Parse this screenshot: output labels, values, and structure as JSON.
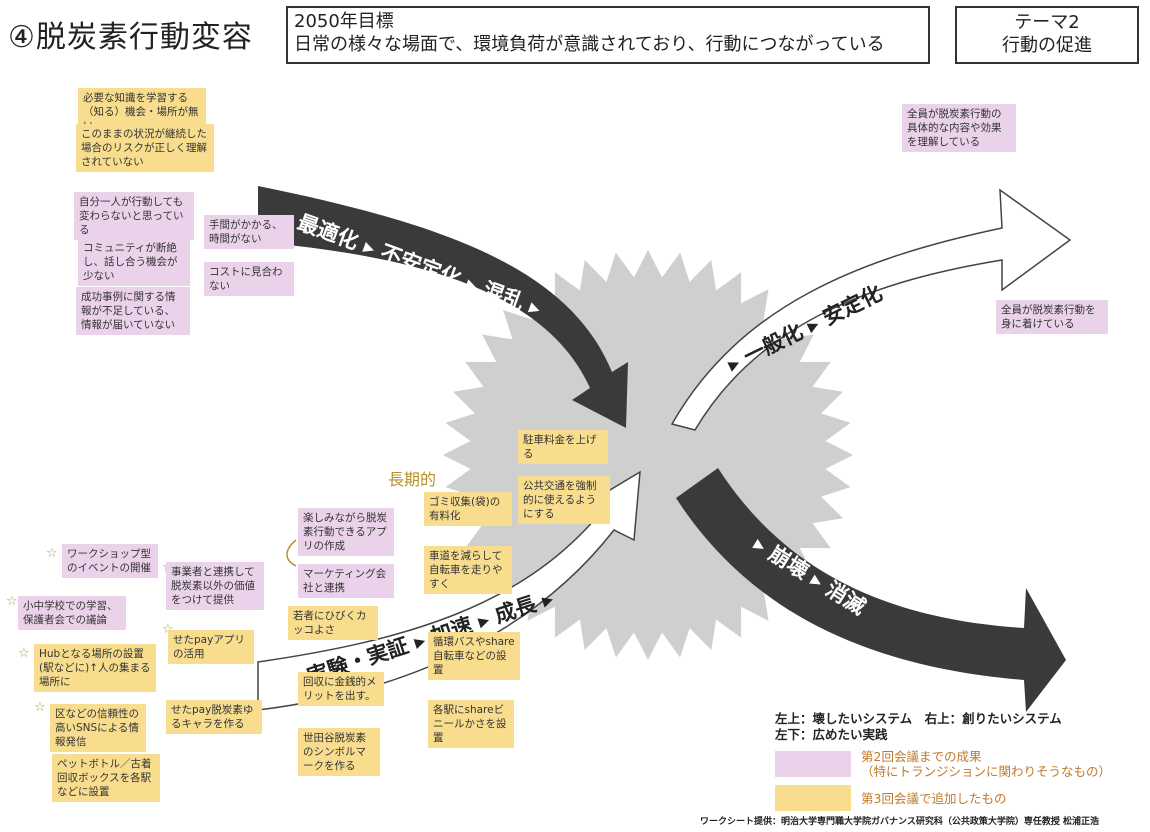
{
  "header": {
    "title": "④脱炭素行動変容",
    "goal_line1": "2050年目標",
    "goal_line2": "日常の様々な場面で、環境負荷が意識されており、行動につながっている",
    "theme_line1": "テーマ2",
    "theme_line2": "行動の促進"
  },
  "arrows": {
    "top_left": "最適化 ▸ 不安定化 ▸ 混乱 ▸",
    "top_right": "▸ 一般化 ▸ 安定化",
    "bottom_left": "実験・実証 ▸ 加速 ▸ 成長 ▸",
    "bottom_right": "▸ 崩壊 ▸ 消滅"
  },
  "longterm_label": "長期的",
  "notes": {
    "n1": "必要な知識を学習する（知る）機会・場所が無い",
    "n2": "このままの状況が継続した場合のリスクが正しく理解されていない",
    "n3": "自分一人が行動しても変わらないと思っている",
    "n4": "手間がかかる、時間がない",
    "n5": "コミュニティが断絶し、話し合う機会が少ない",
    "n6": "コストに見合わない",
    "n7": "成功事例に関する情報が不足している、情報が届いていない",
    "n8": "全員が脱炭素行動の具体的な内容や効果を理解している",
    "n9": "全員が脱炭素行動を身に着けている",
    "n10": "駐車料金を上げる",
    "n11": "公共交通を強制的に使えるようにする",
    "n12": "ゴミ収集(袋)の有料化",
    "n13": "車道を減らして自転車を走りやすく",
    "n14": "楽しみながら脱炭素行動できるアプリの作成",
    "n15": "マーケティング会社と連携",
    "n16": "若者にひびくカッコよさ",
    "n17": "回収に金銭的メリットを出す。",
    "n18": "世田谷脱炭素のシンボルマークを作る",
    "n19": "循環バスやshare自転車などの設置",
    "n20": "各駅にshareビニールかさを設置",
    "n21": "ワークショップ型のイベントの開催",
    "n22": "事業者と連携して脱炭素以外の価値をつけて提供",
    "n23": "小中学校での学習、保護者会での議論",
    "n24": "せたpayアプリの活用",
    "n25": "Hubとなる場所の設置(駅などに)↑人の集まる場所に",
    "n26": "せたpay脱炭素ゆるキャラを作る",
    "n27": "区などの信頼性の高いSNSによる情報発信",
    "n28": "ペットボトル／古着回収ボックスを各駅などに設置"
  },
  "legend": {
    "line1": "左上：壊したいシステム　右上：創りたいシステム",
    "line2": "左下：広めたい実践",
    "pink_label1": "第2回会議までの成果",
    "pink_label2": "（特にトランジションに関わりそうなもの）",
    "yellow_label": "第3回会議で追加したもの"
  },
  "credit": "ワークシート提供：明治大学専門職大学院ガバナンス研究科（公共政策大学院）専任教授 松浦正浩",
  "colors": {
    "pink": "#ead3ea",
    "yellow": "#f8dd8f",
    "dark_arrow": "#3a3a3a",
    "gear": "#cfcfcf"
  }
}
